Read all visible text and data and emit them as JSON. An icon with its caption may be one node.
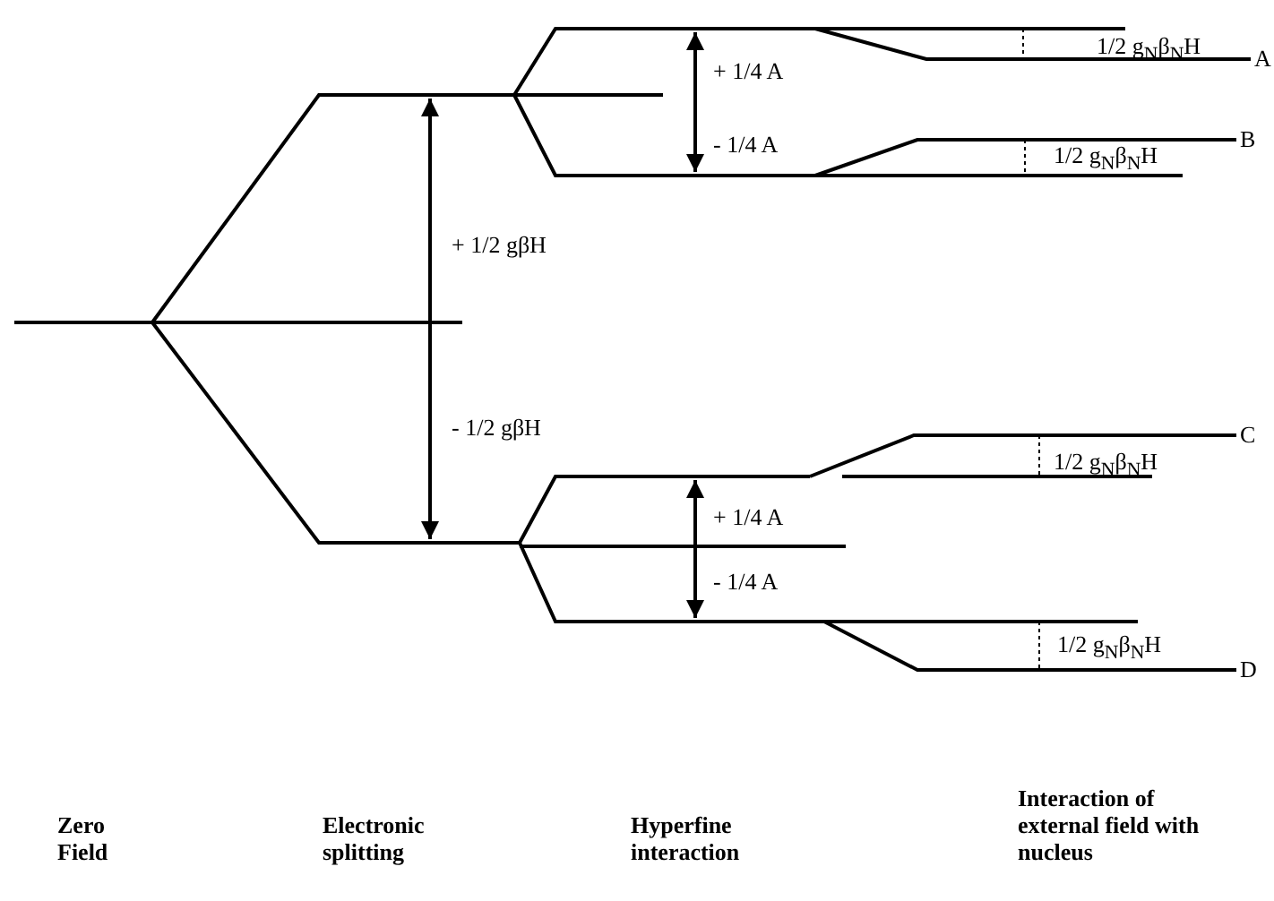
{
  "diagram": {
    "labels": [
      "1/2 g$_{N}$β$_{N}$H",
      "A",
      "+ 1/4 A",
      "- 1/4 A",
      "B",
      "1/2 g$_{N}$β$_{N}$H",
      "+ 1/2 gβH",
      "- 1/2 gβH",
      "C",
      "1/2 g$_{N}$β$_{N}$H",
      "+ 1/4 A",
      "- 1/4 A",
      "1/2 g$_{N}$β$_{N}$H",
      "D",
      "Zero Field",
      "Electronic splitting",
      "Hyperfine interaction",
      "Interaction of external field with nucleus"
    ]
  }
}
